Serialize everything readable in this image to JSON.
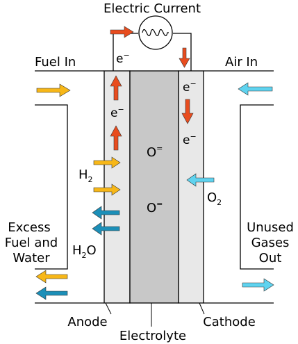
{
  "labels": {
    "electric_current": "Electric Current",
    "fuel_in": "Fuel In",
    "air_in": "Air In",
    "excess_fuel_line1": "Excess",
    "excess_fuel_line2": "Fuel and",
    "excess_fuel_line3": "Water",
    "unused_gases_line1": "Unused",
    "unused_gases_line2": "Gases",
    "unused_gases_line3": "Out",
    "anode": "Anode",
    "electrolyte": "Electrolyte",
    "cathode": "Cathode"
  },
  "species": {
    "electron": "e",
    "electron_charge": "−",
    "oxide_ion": "O",
    "oxide_charge": "=",
    "hydrogen": "H",
    "hydrogen_sub": "2",
    "water_h": "H",
    "water_sub": "2",
    "water_o": "O",
    "oxygen": "O",
    "oxygen_sub": "2"
  },
  "colors": {
    "anode_fill": "#e8e8e8",
    "electrolyte_fill": "#c8c8c8",
    "cathode_fill": "#e8e8e8",
    "fuel_arrow": "#f7b718",
    "water_arrow": "#1c8fb8",
    "air_arrow": "#5fd3ef",
    "electron_arrow": "#e84c1e",
    "outline": "#000000"
  }
}
